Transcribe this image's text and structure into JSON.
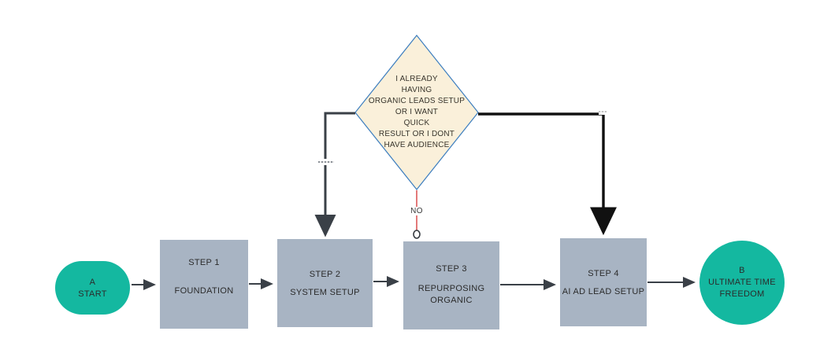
{
  "diagram": {
    "type": "flowchart",
    "background": "#ffffff"
  },
  "colors": {
    "canvas_bg": "#ffffff",
    "node_teal": "#14b8a0",
    "node_gray": "#a8b4c3",
    "decision_fill": "#faf0da",
    "decision_border": "#3d7ebf",
    "edge_dark": "#3a4047",
    "edge_black": "#111111",
    "edge_red": "#e06c6c",
    "text": "#2b2b2b"
  },
  "nodes": {
    "start": {
      "id": "A",
      "label": "START"
    },
    "step1": {
      "title": "STEP 1",
      "label": "FOUNDATION"
    },
    "step2": {
      "title": "STEP 2",
      "label": "SYSTEM SETUP"
    },
    "step3": {
      "title": "STEP 3",
      "label": "REPURPOSING ORGANIC"
    },
    "step4": {
      "title": "STEP 4",
      "label": "AI AD LEAD SETUP"
    },
    "end": {
      "id": "B",
      "label": "ULTIMATE TIME FREEDOM"
    },
    "decision": {
      "lines": [
        "I ALREADY",
        "HAVING",
        "ORGANIC LEADS SETUP",
        "OR I WANT",
        "QUICK",
        "RESULT OR I DONT",
        "HAVE AUDIENCE"
      ]
    }
  },
  "edges": {
    "no_label": "NO"
  }
}
